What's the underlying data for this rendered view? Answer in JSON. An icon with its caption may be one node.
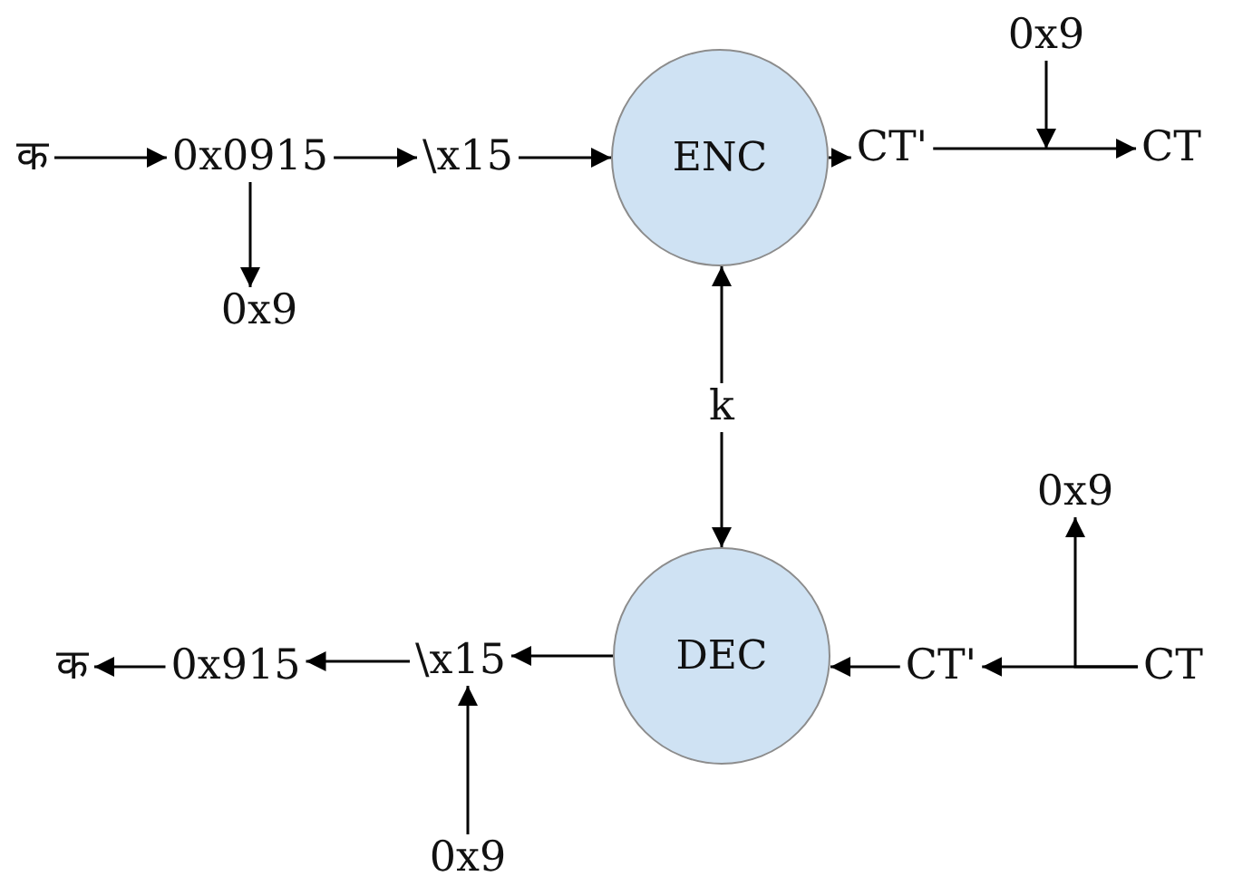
{
  "diagram": {
    "nodes": [
      {
        "text": [
          "क"
        ]
      },
      {
        "text": [
          "0x0915"
        ]
      },
      {
        "text": [
          "\\x15"
        ]
      },
      {
        "text": [
          "ENC"
        ]
      },
      {
        "text": [
          "CT'"
        ]
      },
      {
        "text": [
          "0x9"
        ]
      },
      {
        "text": [
          "CT"
        ]
      },
      {
        "text": [
          "0x9"
        ]
      },
      {
        "text": [
          "k"
        ]
      },
      {
        "text": [
          "DEC"
        ]
      },
      {
        "text": [
          "0x9"
        ]
      },
      {
        "text": [
          "CT"
        ]
      },
      {
        "text": [
          "CT'"
        ]
      },
      {
        "text": [
          "\\x15"
        ]
      },
      {
        "text": [
          "0x915"
        ]
      },
      {
        "text": [
          "क"
        ]
      },
      {
        "text": [
          "0x9"
        ]
      }
    ],
    "edges": [
      {
        "from": 0,
        "to": 1,
        "arrow": "to"
      },
      {
        "from": 1,
        "to": 2,
        "arrow": "to"
      },
      {
        "from": 2,
        "to": 3,
        "arrow": "to"
      },
      {
        "from": 3,
        "to": 4,
        "arrow": "to"
      },
      {
        "from": 4,
        "to": 6,
        "arrow": "to"
      },
      {
        "from": 5,
        "to": null,
        "arrow": "to"
      },
      {
        "from": 1,
        "to": 7,
        "arrow": "to"
      },
      {
        "from": 8,
        "to": 3,
        "arrow": "to"
      },
      {
        "from": 8,
        "to": 9,
        "arrow": "to"
      },
      {
        "from": 11,
        "to": 12,
        "arrow": "to"
      },
      {
        "from": 11,
        "to": 10,
        "arrow": "to"
      },
      {
        "from": 12,
        "to": 9,
        "arrow": "to"
      },
      {
        "from": 9,
        "to": 13,
        "arrow": "to"
      },
      {
        "from": 13,
        "to": 14,
        "arrow": "to"
      },
      {
        "from": 14,
        "to": 15,
        "arrow": "to"
      },
      {
        "from": 16,
        "to": 13,
        "arrow": "to"
      }
    ]
  }
}
